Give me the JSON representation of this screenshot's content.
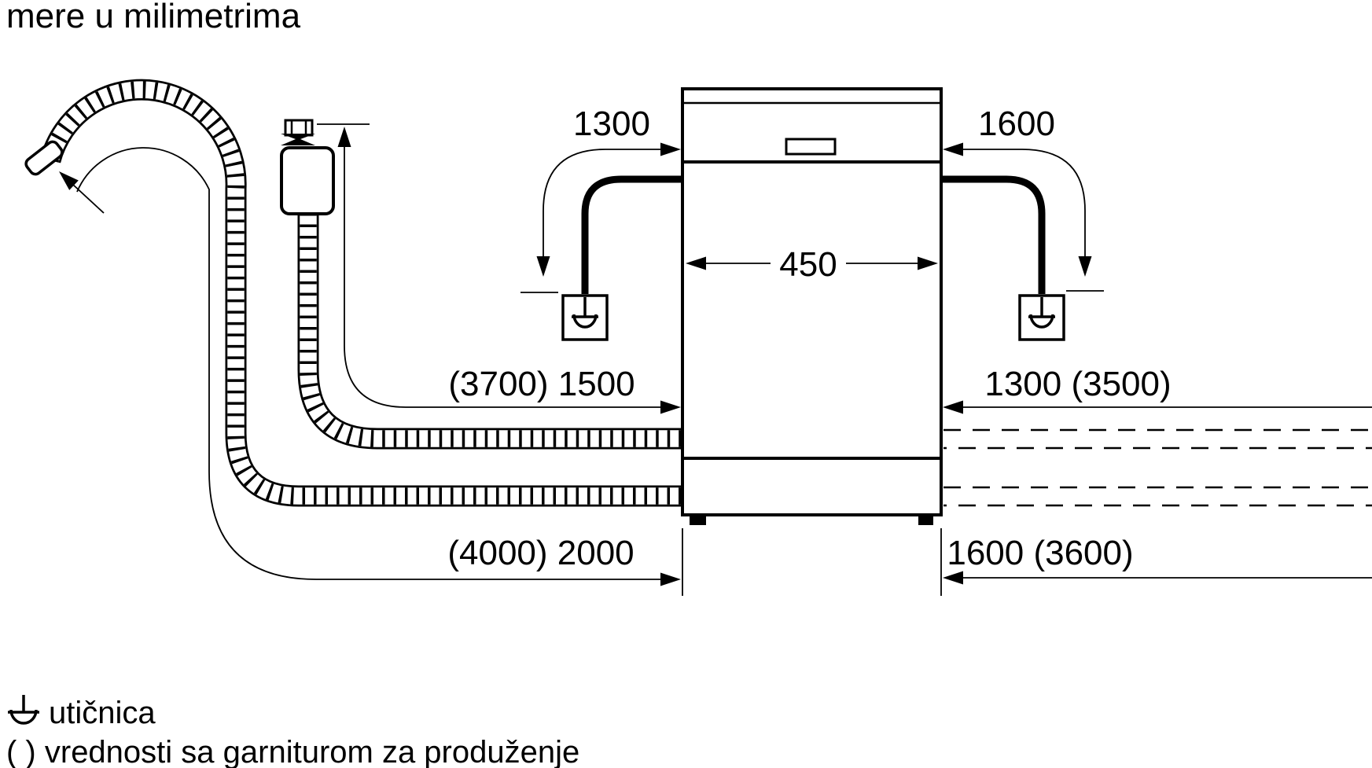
{
  "title": "mere u milimetrima",
  "colors": {
    "ink": "#000000",
    "paper": "#ffffff"
  },
  "appliance": {
    "type_label": "dishwasher-front-view",
    "width_label": "450"
  },
  "dimensions": {
    "cord_left": "1300",
    "cord_right": "1600",
    "supply_hose_left": "(3700) 1500",
    "supply_hose_right": "1300 (3500)",
    "drain_hose_left": "(4000) 2000",
    "drain_hose_right": "1600 (3600)"
  },
  "icons": {
    "socket": "socket-outlet-icon",
    "tap": "tap-valve-icon",
    "drain_hose": "drain-hose",
    "supply_hose": "supply-hose"
  },
  "legend": {
    "socket_label": "utičnica",
    "extension_note": "( ) vrednosti sa garniturom za produženje"
  }
}
